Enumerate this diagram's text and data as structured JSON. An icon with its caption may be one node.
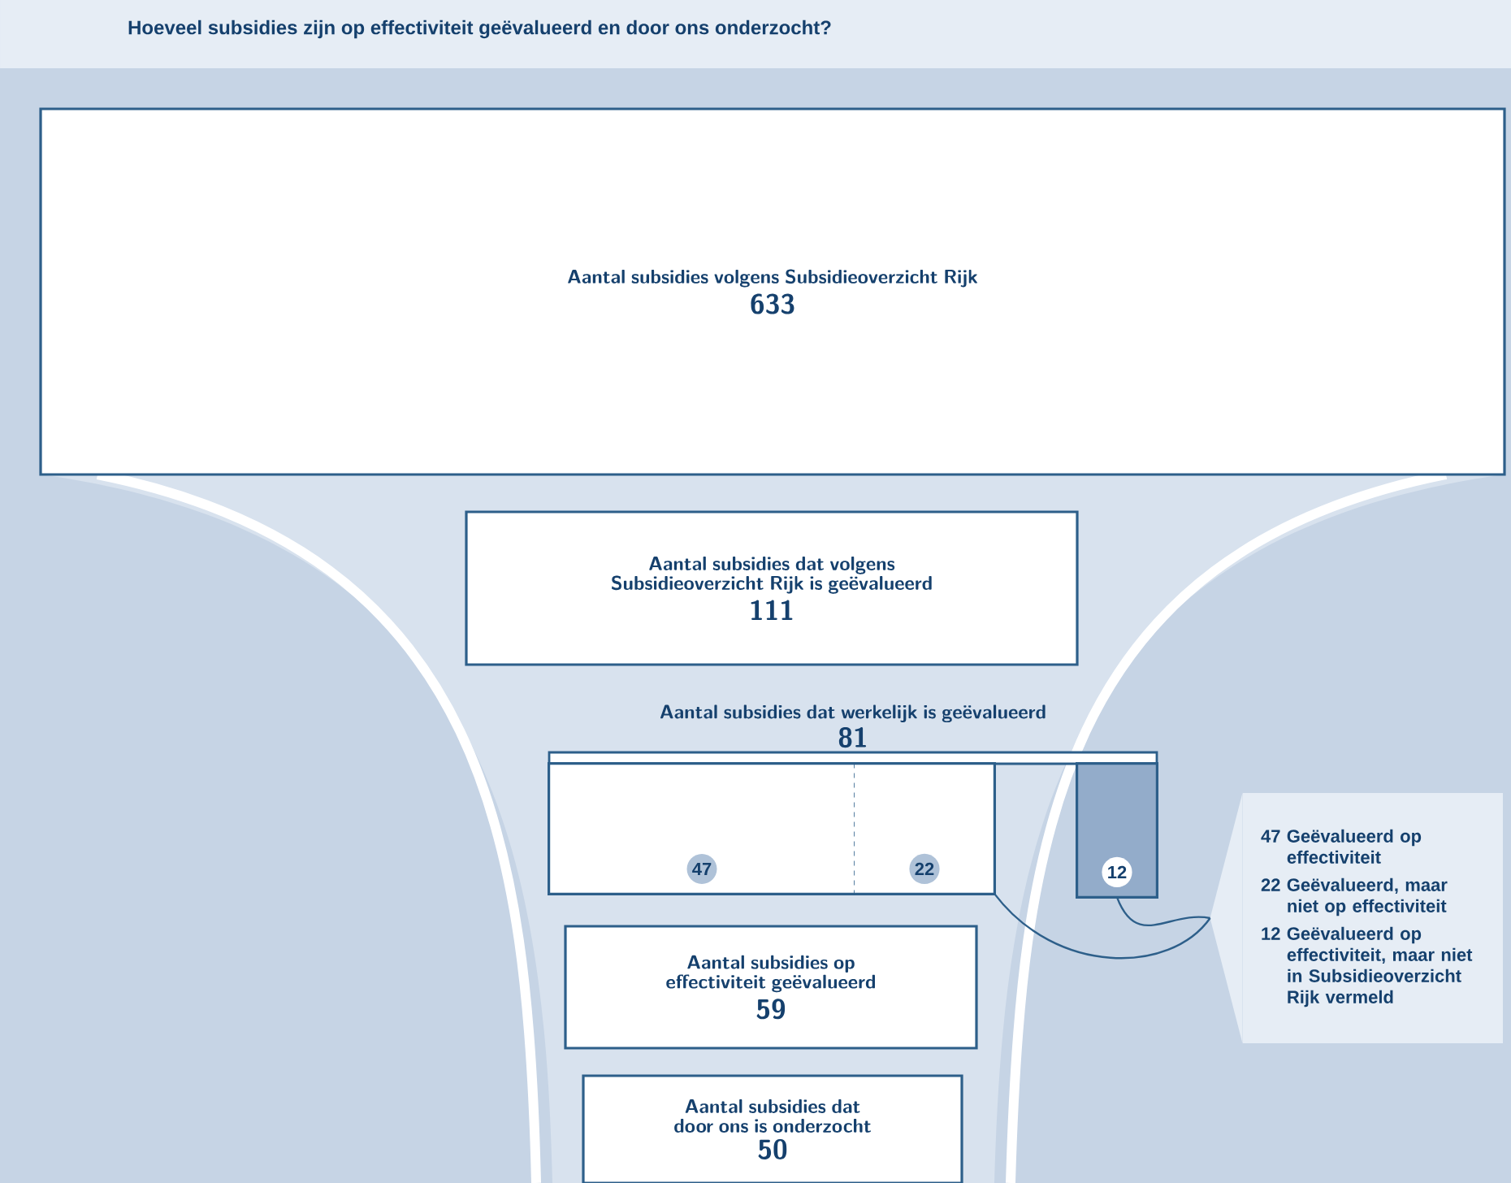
{
  "diagram": {
    "title": "Hoeveel subsidies zijn op effectiviteit geëvalueerd en door ons onderzocht?",
    "nodes": [
      {
        "text": [
          "Aantal subsidies volgens Subsidieoverzicht Rijk",
          "633"
        ]
      },
      {
        "text": [
          "Aantal subsidies dat volgens Subsidieoverzicht Rijk is geëvalueerd",
          "111"
        ]
      },
      {
        "text": [
          "Aantal subsidies dat werkelijk is geëvalueerd",
          "81"
        ]
      },
      {
        "text": [
          "47"
        ]
      },
      {
        "text": [
          "22"
        ]
      },
      {
        "text": [
          "12"
        ]
      },
      {
        "text": [
          "47 Geëvalueerd op effectiviteit",
          "22 Geëvalueerd, maar niet op effectiviteit",
          "12 Geëvalueerd op effectiviteit, maar niet in Subsidieoverzicht Rijk vermeld"
        ]
      },
      {
        "text": [
          "Aantal subsidies op effectiviteit geëvalueerd",
          "59"
        ]
      },
      {
        "text": [
          "Aantal subsidies dat door ons is onderzocht",
          "50"
        ]
      }
    ],
    "edges": [
      {
        "from": 4,
        "to": 6,
        "arrow": "none"
      },
      {
        "from": 5,
        "to": 6,
        "arrow": "none"
      }
    ]
  }
}
